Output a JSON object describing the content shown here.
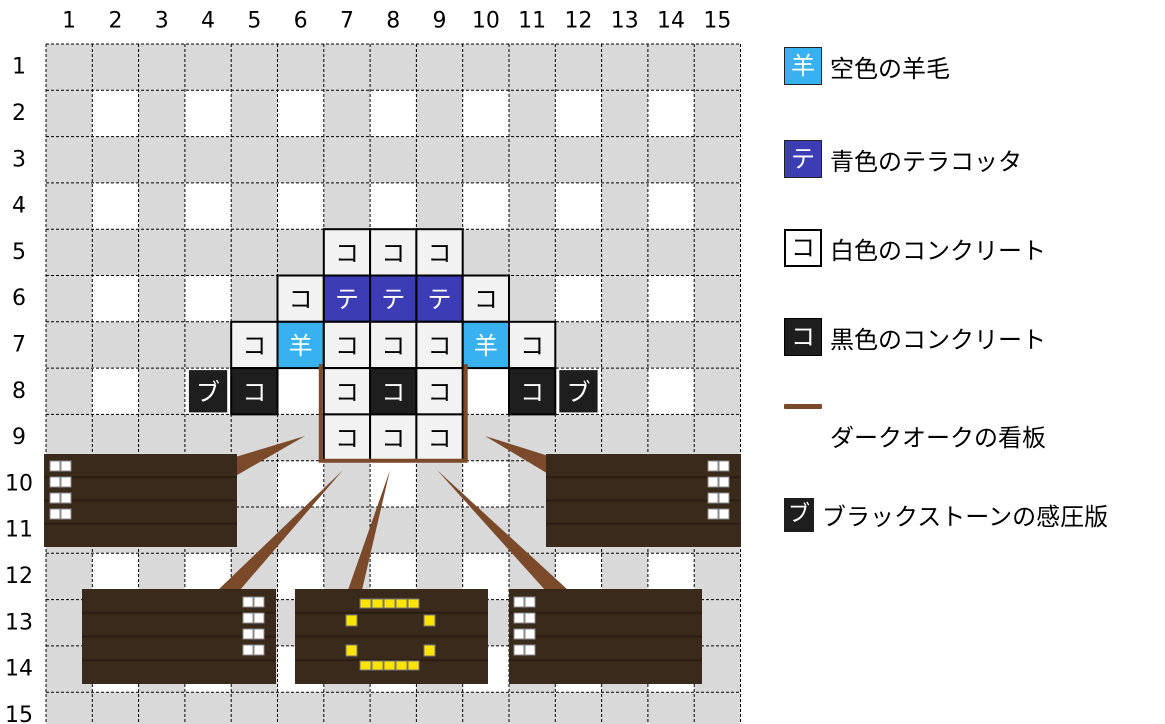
{
  "col_labels": [
    "1",
    "2",
    "3",
    "4",
    "5",
    "6",
    "7",
    "8",
    "9",
    "10",
    "11",
    "12",
    "13",
    "14",
    "15"
  ],
  "row_labels": [
    "1",
    "2",
    "3",
    "4",
    "5",
    "6",
    "7",
    "8",
    "9",
    "10",
    "11",
    "12",
    "13",
    "14",
    "15"
  ],
  "colors": {
    "grid_shade": "#d9d9d9",
    "grid_white": "#ffffff",
    "light_blue_wool": "#37b1ef",
    "blue_terracotta": "#3c3cb4",
    "white_concrete": "#f2f2f2",
    "black_concrete": "#1e1e1e",
    "dark_oak_sign": "#7a4a2a",
    "sign_board": "#3a2a1c",
    "sign_glyph_white": "#ffffff",
    "sign_glyph_yellow": "#ffe400"
  },
  "blocks": [
    {
      "col": 7,
      "row": 5,
      "type": "white_concrete",
      "label": "コ"
    },
    {
      "col": 8,
      "row": 5,
      "type": "white_concrete",
      "label": "コ"
    },
    {
      "col": 9,
      "row": 5,
      "type": "white_concrete",
      "label": "コ"
    },
    {
      "col": 6,
      "row": 6,
      "type": "white_concrete",
      "label": "コ"
    },
    {
      "col": 7,
      "row": 6,
      "type": "blue_terracotta",
      "label": "テ"
    },
    {
      "col": 8,
      "row": 6,
      "type": "blue_terracotta",
      "label": "テ"
    },
    {
      "col": 9,
      "row": 6,
      "type": "blue_terracotta",
      "label": "テ"
    },
    {
      "col": 10,
      "row": 6,
      "type": "white_concrete",
      "label": "コ"
    },
    {
      "col": 5,
      "row": 7,
      "type": "white_concrete",
      "label": "コ"
    },
    {
      "col": 6,
      "row": 7,
      "type": "light_blue_wool",
      "label": "羊"
    },
    {
      "col": 7,
      "row": 7,
      "type": "white_concrete",
      "label": "コ"
    },
    {
      "col": 8,
      "row": 7,
      "type": "white_concrete",
      "label": "コ"
    },
    {
      "col": 9,
      "row": 7,
      "type": "white_concrete",
      "label": "コ"
    },
    {
      "col": 10,
      "row": 7,
      "type": "light_blue_wool",
      "label": "羊"
    },
    {
      "col": 11,
      "row": 7,
      "type": "white_concrete",
      "label": "コ"
    },
    {
      "col": 4,
      "row": 8,
      "type": "pressure_plate",
      "label": "ブ"
    },
    {
      "col": 5,
      "row": 8,
      "type": "black_concrete",
      "label": "コ"
    },
    {
      "col": 7,
      "row": 8,
      "type": "white_concrete",
      "label": "コ"
    },
    {
      "col": 8,
      "row": 8,
      "type": "black_concrete",
      "label": "コ"
    },
    {
      "col": 9,
      "row": 8,
      "type": "white_concrete",
      "label": "コ"
    },
    {
      "col": 11,
      "row": 8,
      "type": "black_concrete",
      "label": "コ"
    },
    {
      "col": 12,
      "row": 8,
      "type": "pressure_plate",
      "label": "ブ"
    },
    {
      "col": 7,
      "row": 9,
      "type": "white_concrete",
      "label": "コ"
    },
    {
      "col": 8,
      "row": 9,
      "type": "white_concrete",
      "label": "コ"
    },
    {
      "col": 9,
      "row": 9,
      "type": "white_concrete",
      "label": "コ"
    }
  ],
  "legend": [
    {
      "glyph": "羊",
      "type": "light_blue_wool",
      "text": "空色の羊毛"
    },
    {
      "glyph": "テ",
      "type": "blue_terracotta",
      "text": "青色のテラコッタ"
    },
    {
      "glyph": "コ",
      "type": "white_concrete",
      "text": "白色のコンクリート"
    },
    {
      "glyph": "コ",
      "type": "black_concrete",
      "text": "黒色のコンクリート"
    },
    {
      "glyph": "",
      "type": "dark_oak_sign",
      "text": "ダークオークの看板"
    },
    {
      "glyph": "ブ",
      "type": "pressure_plate",
      "text": "ブラックストーンの感圧版"
    }
  ]
}
